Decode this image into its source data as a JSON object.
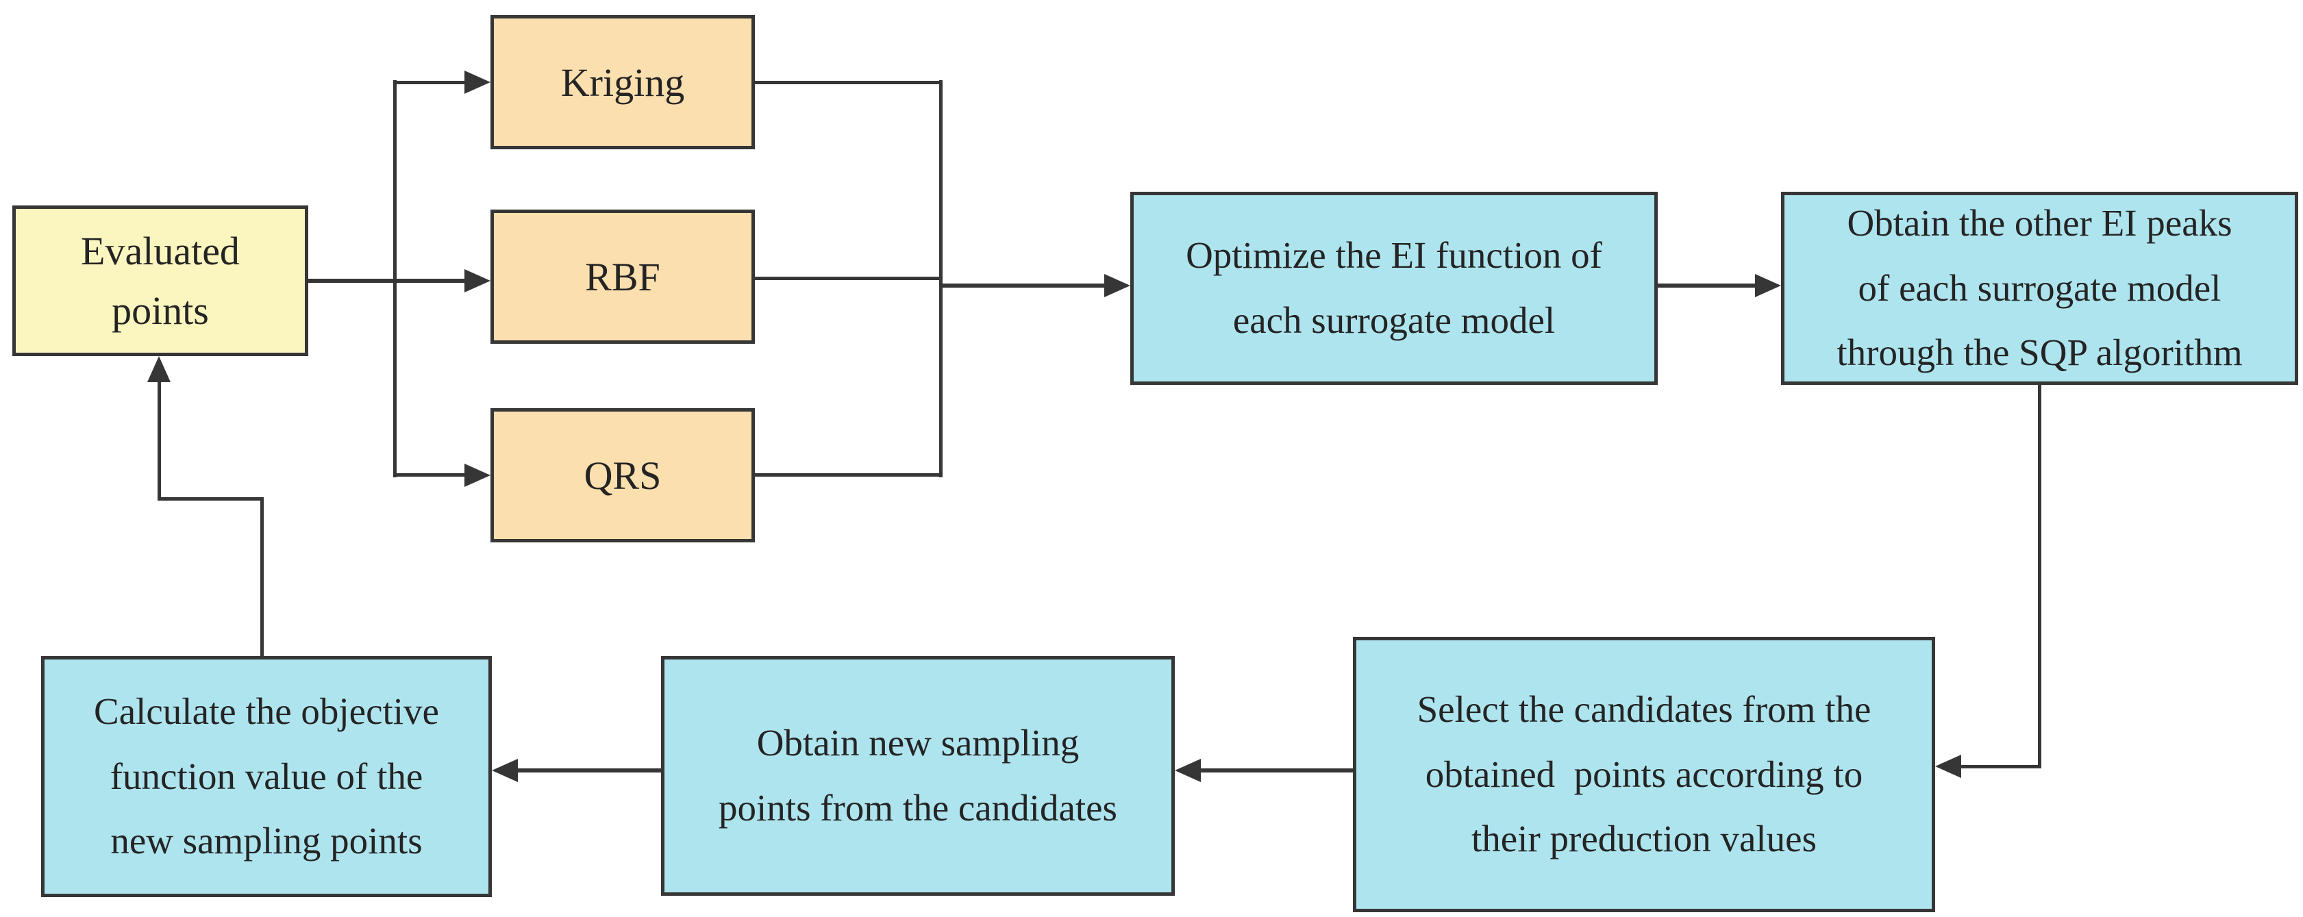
{
  "figure": {
    "background": "#ffffff",
    "line_color": "#363636",
    "border_color": "#363636",
    "text_color": "#242424",
    "node_fill_yellow": "#FBF6BF",
    "node_fill_orange": "#FCDFAE",
    "node_fill_cyan": "#AEE4EE"
  },
  "nodes": {
    "evaluated": {
      "label": "Evaluated\npoints",
      "fill": "#FBF6BF"
    },
    "kriging": {
      "label": "Kriging",
      "fill": "#FCDFAE"
    },
    "rbf": {
      "label": "RBF",
      "fill": "#FCDFAE"
    },
    "qrs": {
      "label": "QRS",
      "fill": "#FCDFAE"
    },
    "optimize": {
      "label": "Optimize the EI function of\neach surrogate model",
      "fill": "#AEE4EE"
    },
    "peaks": {
      "label": "Obtain the other EI peaks\nof each surrogate model\nthrough the SQP algorithm",
      "fill": "#AEE4EE"
    },
    "select": {
      "label": "Select the candidates from the\nobtained  points according to\ntheir preduction values",
      "fill": "#AEE4EE"
    },
    "newpoints": {
      "label": "Obtain new sampling\npoints from the candidates",
      "fill": "#AEE4EE"
    },
    "calculate": {
      "label": "Calculate the objective\nfunction value of the\nnew sampling points",
      "fill": "#AEE4EE"
    }
  },
  "edges": [
    {
      "from": "evaluated",
      "to": "kriging"
    },
    {
      "from": "evaluated",
      "to": "rbf"
    },
    {
      "from": "evaluated",
      "to": "qrs"
    },
    {
      "from": "kriging",
      "to": "optimize"
    },
    {
      "from": "rbf",
      "to": "optimize"
    },
    {
      "from": "qrs",
      "to": "optimize"
    },
    {
      "from": "optimize",
      "to": "peaks"
    },
    {
      "from": "peaks",
      "to": "select"
    },
    {
      "from": "select",
      "to": "newpoints"
    },
    {
      "from": "newpoints",
      "to": "calculate"
    },
    {
      "from": "calculate",
      "to": "evaluated"
    }
  ]
}
